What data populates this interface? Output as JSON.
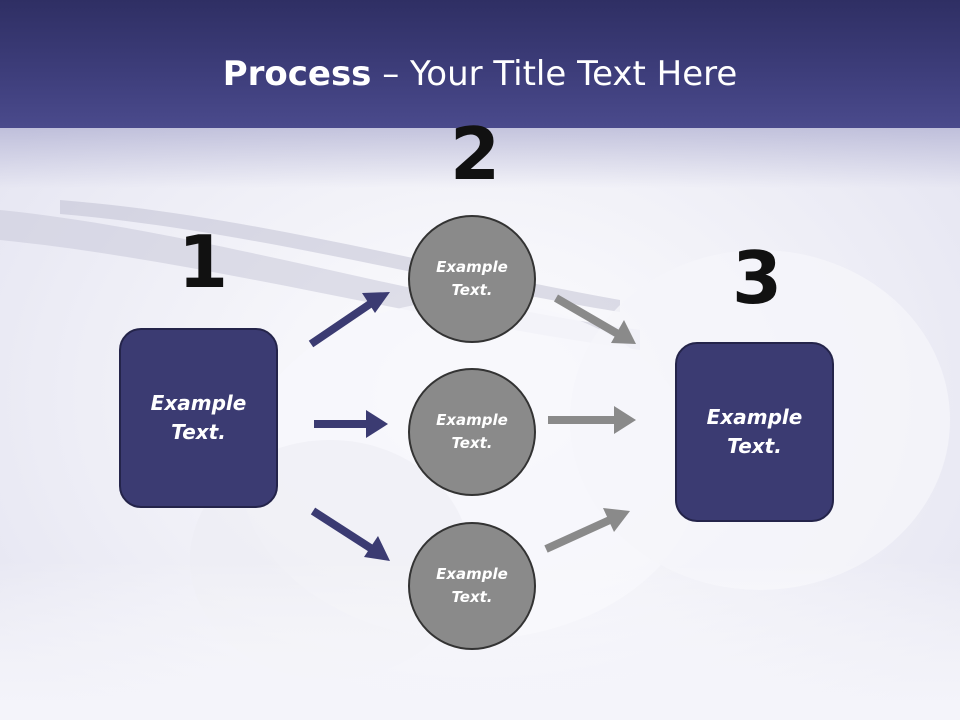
{
  "title": {
    "bold": "Process",
    "rest": " – Your Title Text Here"
  },
  "steps": {
    "one": "1",
    "two": "2",
    "three": "3"
  },
  "left_box": {
    "label": "Example Text."
  },
  "circles": [
    {
      "label": "Example Text."
    },
    {
      "label": "Example Text."
    },
    {
      "label": "Example Text."
    }
  ],
  "right_box": {
    "label": "Example Text."
  },
  "colors": {
    "header": "#3d3d7a",
    "box": "#3b3b72",
    "circle": "#8a8a8a",
    "arrow_in": "#3b3b72",
    "arrow_out": "#8a8a8a"
  }
}
